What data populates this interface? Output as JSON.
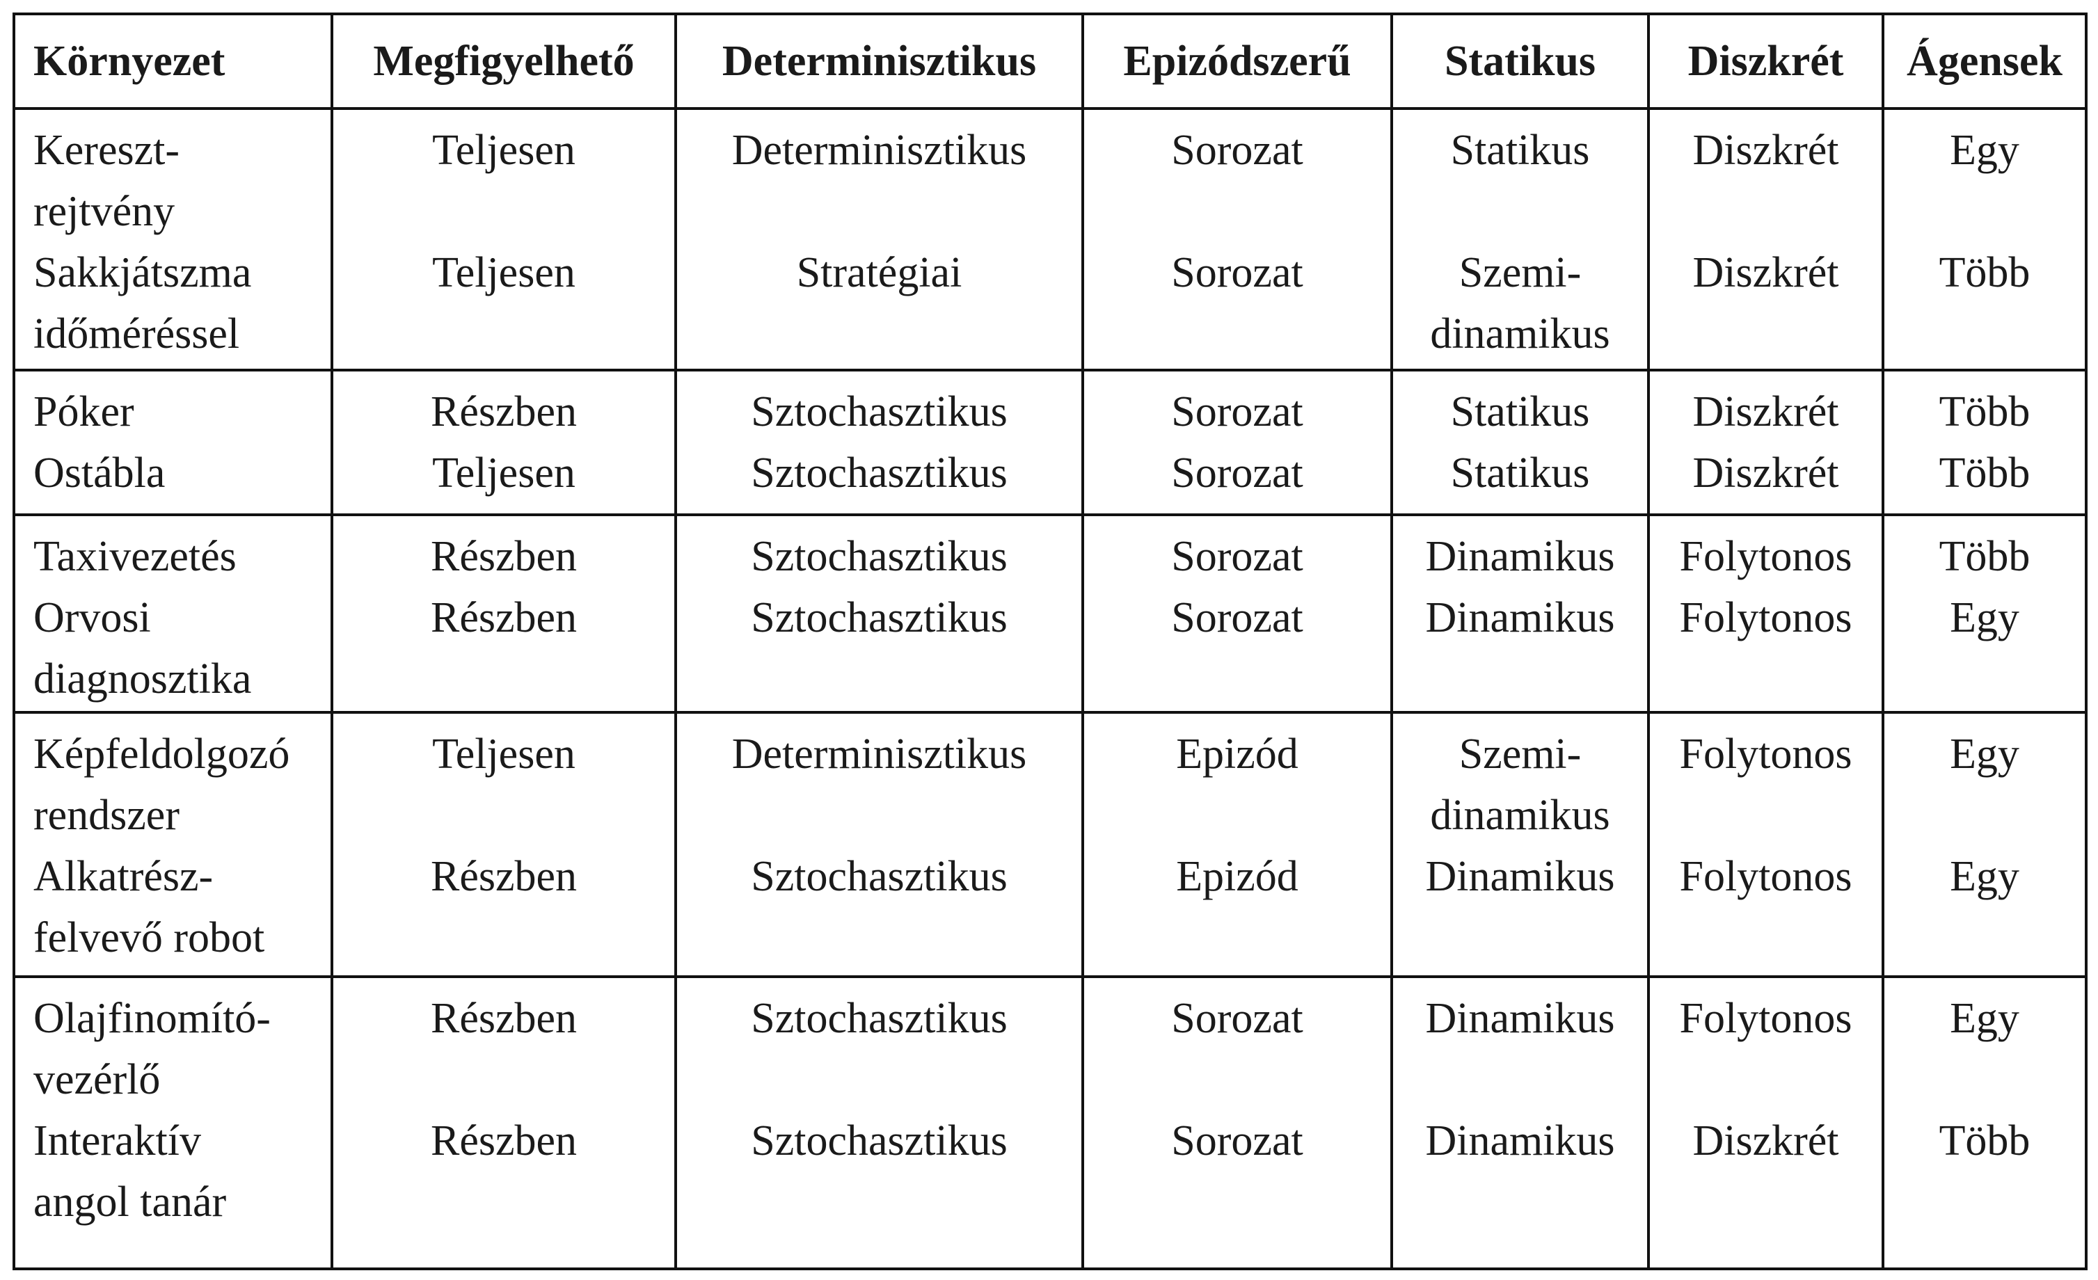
{
  "table": {
    "headers": [
      "Környezet",
      "Megfigyelhető",
      "Determinisztikus",
      "Epizódszerű",
      "Statikus",
      "Diszkrét",
      "Ágensek"
    ],
    "groups": [
      {
        "rows": [
          {
            "name": [
              "Kereszt-",
              "rejtvény"
            ],
            "observable": "Teljesen",
            "deterministic": "Determinisztikus",
            "episodic": "Sorozat",
            "static": [
              "Statikus"
            ],
            "discrete": "Diszkrét",
            "agents": "Egy"
          },
          {
            "name": [
              "Sakkjátszma",
              "időméréssel"
            ],
            "observable": "Teljesen",
            "deterministic": "Stratégiai",
            "episodic": "Sorozat",
            "static": [
              "Szemi-",
              "dinamikus"
            ],
            "discrete": "Diszkrét",
            "agents": "Több"
          }
        ]
      },
      {
        "rows": [
          {
            "name": [
              "Póker"
            ],
            "observable": "Részben",
            "deterministic": "Sztochasztikus",
            "episodic": "Sorozat",
            "static": [
              "Statikus"
            ],
            "discrete": "Diszkrét",
            "agents": "Több"
          },
          {
            "name": [
              "Ostábla"
            ],
            "observable": "Teljesen",
            "deterministic": "Sztochasztikus",
            "episodic": "Sorozat",
            "static": [
              "Statikus"
            ],
            "discrete": "Diszkrét",
            "agents": "Több"
          }
        ]
      },
      {
        "rows": [
          {
            "name": [
              "Taxivezetés"
            ],
            "observable": "Részben",
            "deterministic": "Sztochasztikus",
            "episodic": "Sorozat",
            "static": [
              "Dinamikus"
            ],
            "discrete": "Folytonos",
            "agents": "Több"
          },
          {
            "name": [
              "Orvosi",
              "diagnosztika"
            ],
            "observable": "Részben",
            "deterministic": "Sztochasztikus",
            "episodic": "Sorozat",
            "static": [
              "Dinamikus"
            ],
            "discrete": "Folytonos",
            "agents": "Egy"
          }
        ]
      },
      {
        "rows": [
          {
            "name": [
              "Képfeldolgozó",
              "rendszer"
            ],
            "observable": "Teljesen",
            "deterministic": "Determinisztikus",
            "episodic": "Epizód",
            "static": [
              "Szemi-",
              "dinamikus"
            ],
            "discrete": "Folytonos",
            "agents": "Egy"
          },
          {
            "name": [
              "Alkatrész-",
              "felvevő robot"
            ],
            "observable": "Részben",
            "deterministic": "Sztochasztikus",
            "episodic": "Epizód",
            "static": [
              "Dinamikus"
            ],
            "discrete": "Folytonos",
            "agents": "Egy"
          }
        ]
      },
      {
        "rows": [
          {
            "name": [
              "Olajfinomító-",
              "vezérlő"
            ],
            "observable": "Részben",
            "deterministic": "Sztochasztikus",
            "episodic": "Sorozat",
            "static": [
              "Dinamikus"
            ],
            "discrete": "Folytonos",
            "agents": "Egy"
          },
          {
            "name": [
              "Interaktív",
              "angol tanár"
            ],
            "observable": "Részben",
            "deterministic": "Sztochasztikus",
            "episodic": "Sorozat",
            "static": [
              "Dinamikus"
            ],
            "discrete": "Diszkrét",
            "agents": "Több"
          }
        ]
      }
    ]
  }
}
